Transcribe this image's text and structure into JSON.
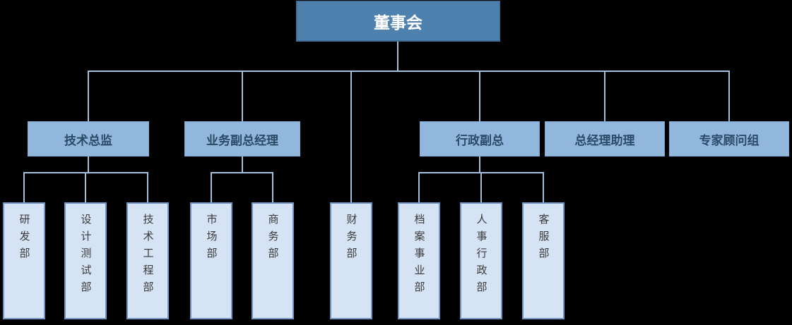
{
  "diagram": {
    "type": "org-chart",
    "colors": {
      "background": "#000000",
      "root_fill": "#4E81AE",
      "root_border": "#41719C",
      "root_text": "#FFFFFF",
      "level2_fill": "#92B7DC",
      "level2_text": "#2B4A68",
      "level3_fill": "#D5E3F5",
      "level3_border": "#7296C4",
      "level3_text": "#3A3A3A",
      "connector": "#A3C0DC"
    },
    "root": {
      "label": "董事会"
    },
    "level2": [
      {
        "id": "tech-director",
        "label": "技术总监"
      },
      {
        "id": "business-deputy-gm",
        "label": "业务副总经理"
      },
      {
        "id": "admin-deputy-gm",
        "label": "行政副总"
      },
      {
        "id": "gm-assistant",
        "label": "总经理助理"
      },
      {
        "id": "expert-advisors",
        "label": "专家顾问组"
      }
    ],
    "level3": [
      {
        "id": "rd-dept",
        "label": "研发部",
        "parent": "技术总监"
      },
      {
        "id": "design-test-dept",
        "label": "设计测试部",
        "parent": "技术总监"
      },
      {
        "id": "tech-eng-dept",
        "label": "技术工程部",
        "parent": "技术总监"
      },
      {
        "id": "marketing-dept",
        "label": "市场部",
        "parent": "业务副总经理"
      },
      {
        "id": "commerce-dept",
        "label": "商务部",
        "parent": "业务副总经理"
      },
      {
        "id": "finance-dept",
        "label": "财务部",
        "parent": "董事会"
      },
      {
        "id": "archives-dept",
        "label": "档案事业部",
        "parent": "行政副总"
      },
      {
        "id": "hr-admin-dept",
        "label": "人事行政部",
        "parent": "行政副总"
      },
      {
        "id": "customer-svc-dept",
        "label": "客服部",
        "parent": "行政副总"
      }
    ]
  }
}
